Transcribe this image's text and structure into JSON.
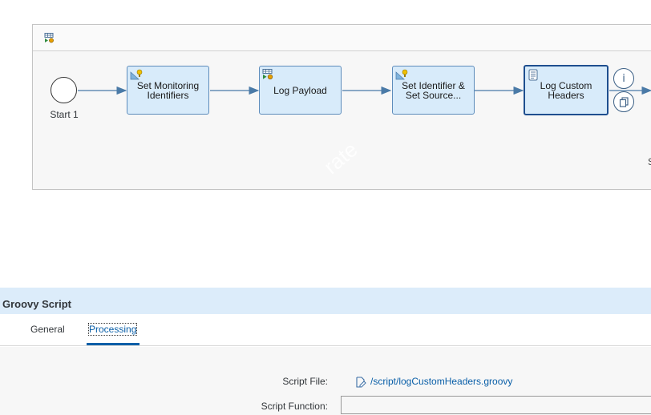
{
  "flow": {
    "start_event": {
      "label": "Start 1"
    },
    "steps": [
      {
        "label": "Set Monitoring Identifiers",
        "icon": "content-modifier-icon"
      },
      {
        "label": "Log Payload",
        "icon": "message-mapping-icon"
      },
      {
        "label": "Set Identifier & Set Source...",
        "icon": "content-modifier-icon"
      },
      {
        "label": "Log Custom Headers",
        "icon": "script-icon",
        "selected": true
      }
    ],
    "context_buttons": [
      "info-icon",
      "copy-icon"
    ],
    "right_partial_text": "S",
    "watermark": "rate"
  },
  "properties": {
    "title": "Groovy Script",
    "tabs": [
      {
        "label": "General",
        "active": false
      },
      {
        "label": "Processing",
        "active": true
      }
    ],
    "fields": {
      "script_file_label": "Script File:",
      "script_file_value": "/script/logCustomHeaders.groovy",
      "script_function_label": "Script Function:",
      "script_function_value": ""
    }
  },
  "colors": {
    "step_fill": "#d8ebfa",
    "step_border": "#5d8cbb",
    "selected_border": "#1f4f8f",
    "link": "#0a5fa8",
    "panel_header": "#dcecfa"
  }
}
